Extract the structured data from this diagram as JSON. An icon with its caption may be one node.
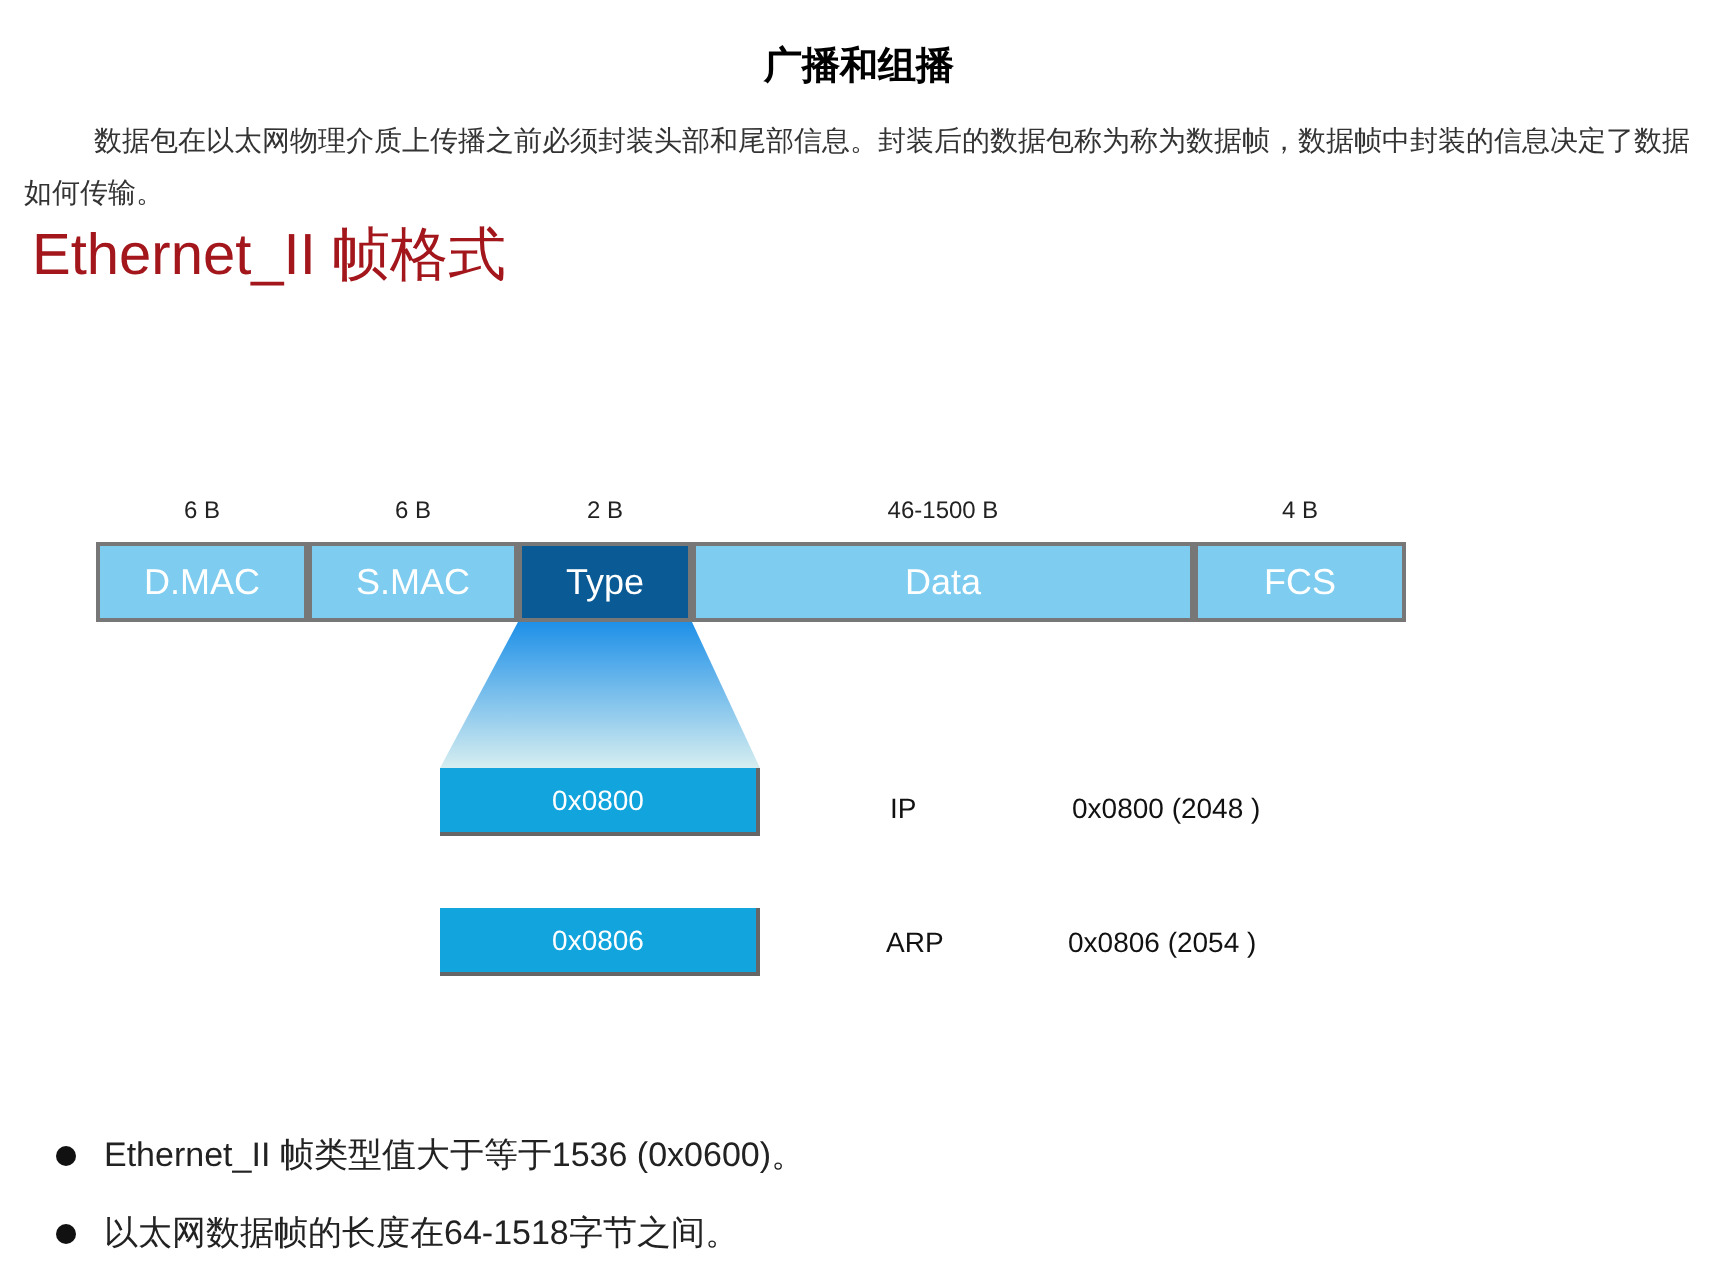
{
  "diagram": {
    "title": "广播和组播",
    "nodes": [
      {
        "text": [
          "D.MAC"
        ],
        "beside": [
          "6 B"
        ]
      },
      {
        "text": [
          "S.MAC"
        ],
        "beside": [
          "6 B"
        ]
      },
      {
        "text": [
          "Type"
        ],
        "beside": [
          "2 B"
        ]
      },
      {
        "text": [
          "Data"
        ],
        "beside": [
          "46-1500 B"
        ]
      },
      {
        "text": [
          "FCS"
        ],
        "beside": [
          "4 B"
        ]
      },
      {
        "text": [],
        "shape": "trapezoid"
      },
      {
        "text": [
          "0x0800"
        ]
      },
      {
        "text": [
          "0x0806"
        ]
      }
    ],
    "labels": [
      "数据包在以太网物理介质上传播之前必须封装头部和尾部信息。封装后的数据包称为称为数据帧，数据帧中封装的信息决定了数据如何传输。",
      "Ethernet_II 帧格式",
      "IP",
      "0x0800 (2048 )",
      "ARP",
      "0x0806 (2054 )",
      "Ethernet_II 帧类型值大于等于1536 (0x0600)。",
      "以太网数据帧的长度在64-1518字节之间。"
    ]
  }
}
